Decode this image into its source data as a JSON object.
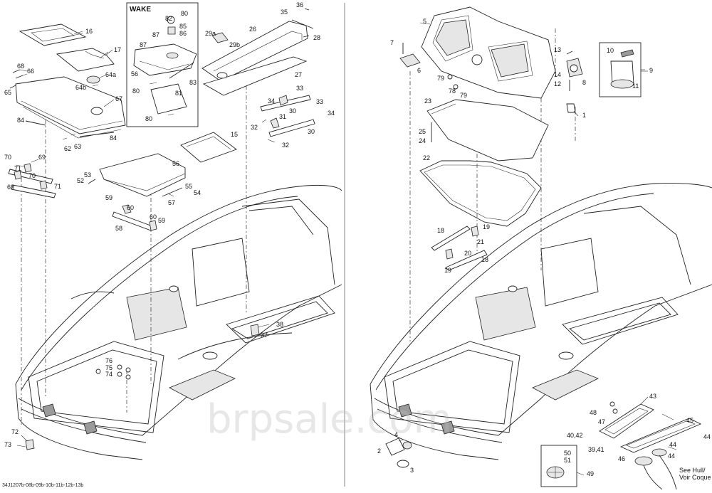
{
  "diagram": {
    "footer_code": "34J1207b-08b-09b-10b-11b-12b-13b",
    "watermark": "brpsale.com",
    "wake_label": "WAKE",
    "see_hull_line1": "See Hull/",
    "see_hull_line2": "Voir Coque",
    "callouts": {
      "c16": "16",
      "c17": "17",
      "c68": "68",
      "c66": "66",
      "c65": "65",
      "c64a": "64a",
      "c64b": "64b",
      "c67": "67",
      "c84a": "84",
      "c84b": "84",
      "c62": "62",
      "c63": "63",
      "c70a": "70",
      "c69a": "69",
      "c71a": "71",
      "c69b": "69",
      "c70b": "70",
      "c71b": "71",
      "c82": "82",
      "c80a": "80",
      "c85": "85",
      "c86": "86",
      "c87a": "87",
      "c87b": "87",
      "c56a": "56",
      "c80b": "80",
      "c81": "81",
      "c83": "83",
      "c80c": "80",
      "c36": "36",
      "c35": "35",
      "c26": "26",
      "c28": "28",
      "c29a": "29a",
      "c29b": "29b",
      "c27": "27",
      "c33a": "33",
      "c34a": "34",
      "c30a": "30",
      "c31": "31",
      "c32a": "32",
      "c33b": "33",
      "c34b": "34",
      "c30b": "30",
      "c32b": "32",
      "c15": "15",
      "c56b": "56",
      "c53": "53",
      "c52": "52",
      "c55": "55",
      "c54": "54",
      "c57": "57",
      "c59a": "59",
      "c60a": "60",
      "c58": "58",
      "c60b": "60",
      "c59b": "59",
      "c38": "38",
      "c37": "37",
      "c76": "76",
      "c75": "75",
      "c74": "74",
      "c72": "72",
      "c73": "73",
      "c5": "5",
      "c7": "7",
      "c6": "6",
      "c79a": "79",
      "c78": "78",
      "c79b": "79",
      "c13": "13",
      "c14": "14",
      "c8": "8",
      "c12": "12",
      "c1": "1",
      "c10": "10",
      "c9": "9",
      "c11": "11",
      "c23": "23",
      "c25": "25",
      "c24": "24",
      "c22": "22",
      "c18a": "18",
      "c19a": "19",
      "c21": "21",
      "c20": "20",
      "c19b": "19",
      "c18b": "18",
      "c43": "43",
      "c48": "48",
      "c47": "47",
      "c45": "45",
      "c44a": "44",
      "c4042": "40,42",
      "c44b": "44",
      "c3941": "39,41",
      "c44c": "44",
      "c46": "46",
      "c50": "50",
      "c51": "51",
      "c49": "49",
      "c2": "2",
      "c4": "4",
      "c3": "3"
    }
  }
}
